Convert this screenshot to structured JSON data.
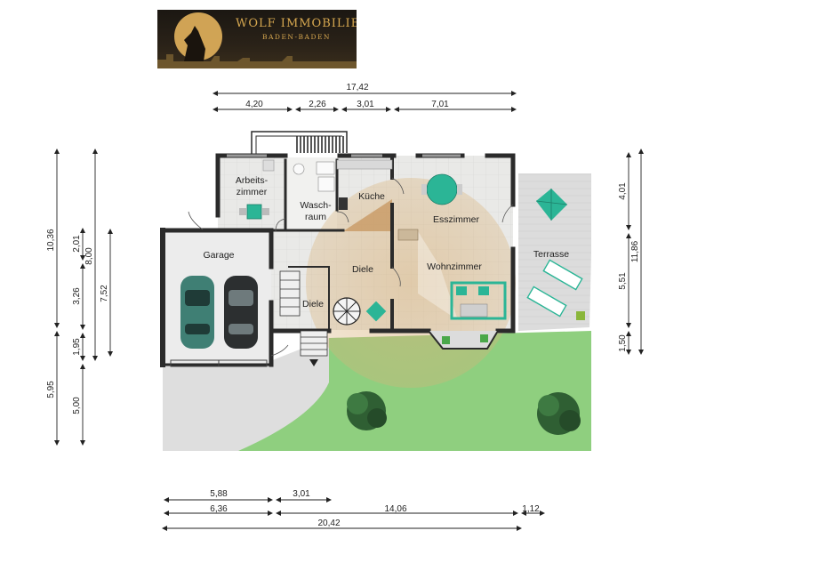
{
  "logo": {
    "brand": "WOLF IMMOBILIEN",
    "city": "BADEN-BADEN"
  },
  "rooms": {
    "arbeitszimmer_1": "Arbeits-",
    "arbeitszimmer_2": "zimmer",
    "waschraum_1": "Wasch-",
    "waschraum_2": "raum",
    "kueche": "Küche",
    "esszimmer": "Esszimmer",
    "garage": "Garage",
    "diele_main": "Diele",
    "diele_small": "Diele",
    "wohnzimmer": "Wohnzimmer",
    "terrasse": "Terrasse"
  },
  "dimensions": {
    "top_total": "17,42",
    "top_1": "4,20",
    "top_2": "2,26",
    "top_3": "3,01",
    "top_4": "7,01",
    "bottom_1": "5,88",
    "bottom_2": "3,01",
    "bottom_3": "6,36",
    "bottom_4": "14,06",
    "bottom_5": "1,12",
    "bottom_total": "20,42",
    "left_a": "10,36",
    "left_b": "5,95",
    "left_c": "2,01",
    "left_d": "3,26",
    "left_e": "1,95",
    "left_f": "5,00",
    "left_g": "8,00",
    "left_h": "7,52",
    "right_a": "4,01",
    "right_b": "5,51",
    "right_c": "1,50",
    "right_d": "11,86"
  },
  "colors": {
    "wall": "#2b2b2b",
    "floor_tile": "#e6e6e4",
    "wood": "#c89a64",
    "lawn": "#8fcf7f",
    "paving": "#d9d9d9",
    "accent": "#2bb596",
    "car": "#3f7f74",
    "gold": "#d7a850"
  }
}
